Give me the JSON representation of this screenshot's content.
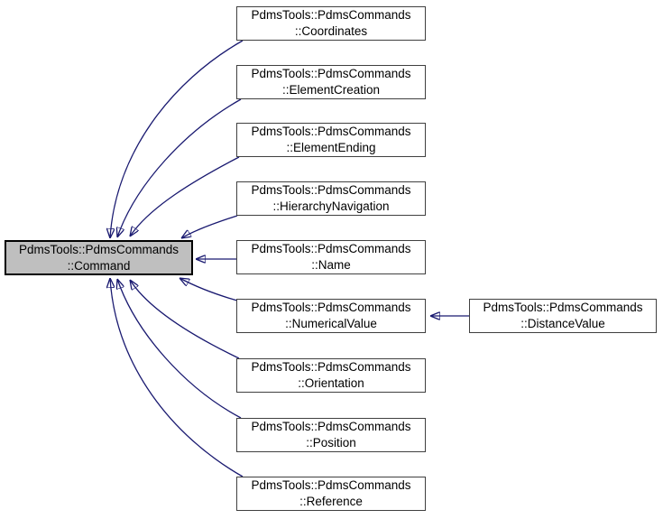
{
  "diagram": {
    "type": "class-inheritance-graph",
    "base_node": {
      "id": "command",
      "line1": "PdmsTools::PdmsCommands",
      "line2": "::Command",
      "highlighted": true
    },
    "derived_nodes": [
      {
        "id": "coordinates",
        "line1": "PdmsTools::PdmsCommands",
        "line2": "::Coordinates"
      },
      {
        "id": "element-creation",
        "line1": "PdmsTools::PdmsCommands",
        "line2": "::ElementCreation"
      },
      {
        "id": "element-ending",
        "line1": "PdmsTools::PdmsCommands",
        "line2": "::ElementEnding"
      },
      {
        "id": "hierarchy-navigation",
        "line1": "PdmsTools::PdmsCommands",
        "line2": "::HierarchyNavigation"
      },
      {
        "id": "name",
        "line1": "PdmsTools::PdmsCommands",
        "line2": "::Name"
      },
      {
        "id": "numerical-value",
        "line1": "PdmsTools::PdmsCommands",
        "line2": "::NumericalValue"
      },
      {
        "id": "orientation",
        "line1": "PdmsTools::PdmsCommands",
        "line2": "::Orientation"
      },
      {
        "id": "position",
        "line1": "PdmsTools::PdmsCommands",
        "line2": "::Position"
      },
      {
        "id": "reference",
        "line1": "PdmsTools::PdmsCommands",
        "line2": "::Reference"
      }
    ],
    "grandchild_node": {
      "id": "distance-value",
      "line1": "PdmsTools::PdmsCommands",
      "line2": "::DistanceValue",
      "derives_from": "PdmsTools::PdmsCommands::NumericalValue"
    },
    "colors": {
      "edge": "#191970",
      "node_fill": "#ffffff",
      "node_border": "#404040",
      "highlight_fill": "#bfbfbf",
      "highlight_border": "#000000",
      "text": "#000000",
      "background": "#ffffff"
    }
  }
}
